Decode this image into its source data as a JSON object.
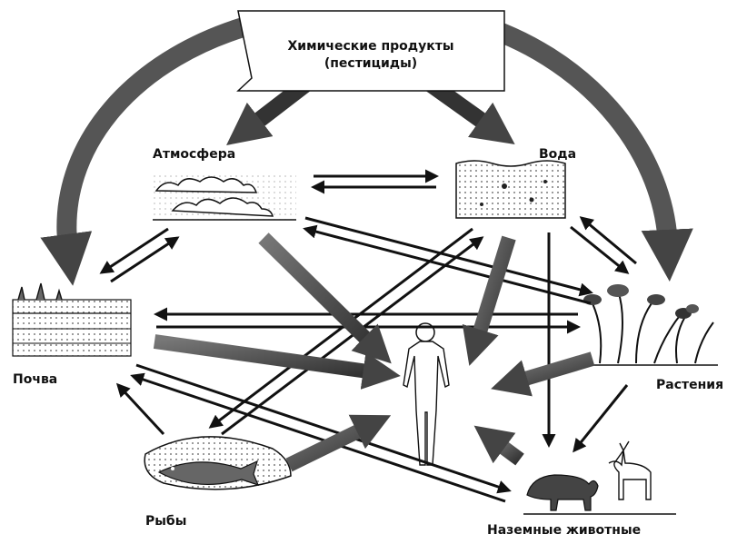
{
  "source_box": {
    "line1": "Химические продукты",
    "line2": "(пестициды)"
  },
  "nodes": {
    "atmosphere": "Атмосфера",
    "water": "Вода",
    "soil": "Почва",
    "plants": "Растения",
    "fish": "Рыбы",
    "land_animals": "Наземные животные"
  },
  "colors": {
    "ink": "#111111",
    "shade": "#555555",
    "light_shade": "#aaaaaa",
    "background": "#ffffff"
  },
  "icons": {
    "human": "human-figure-icon",
    "clouds": "clouds-icon",
    "water_surface": "water-icon",
    "soil_layers": "soil-icon",
    "plants": "plants-icon",
    "fish": "fish-icon",
    "animals": "animals-icon"
  }
}
